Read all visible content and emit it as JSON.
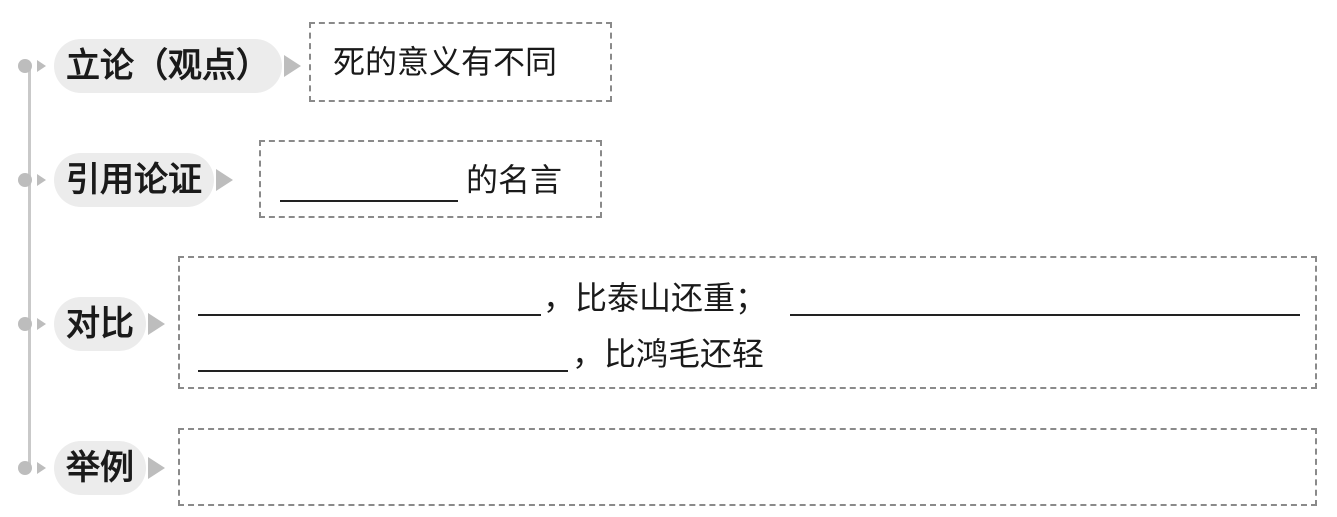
{
  "rows": [
    {
      "label": "立论（观点）",
      "text": "死的意义有不同"
    },
    {
      "label": "引用论证",
      "text": "的名言"
    },
    {
      "label": "对比",
      "text_line1": "，比泰山还重；",
      "text_line2": "，比鸿毛还轻"
    },
    {
      "label": "举例"
    }
  ]
}
